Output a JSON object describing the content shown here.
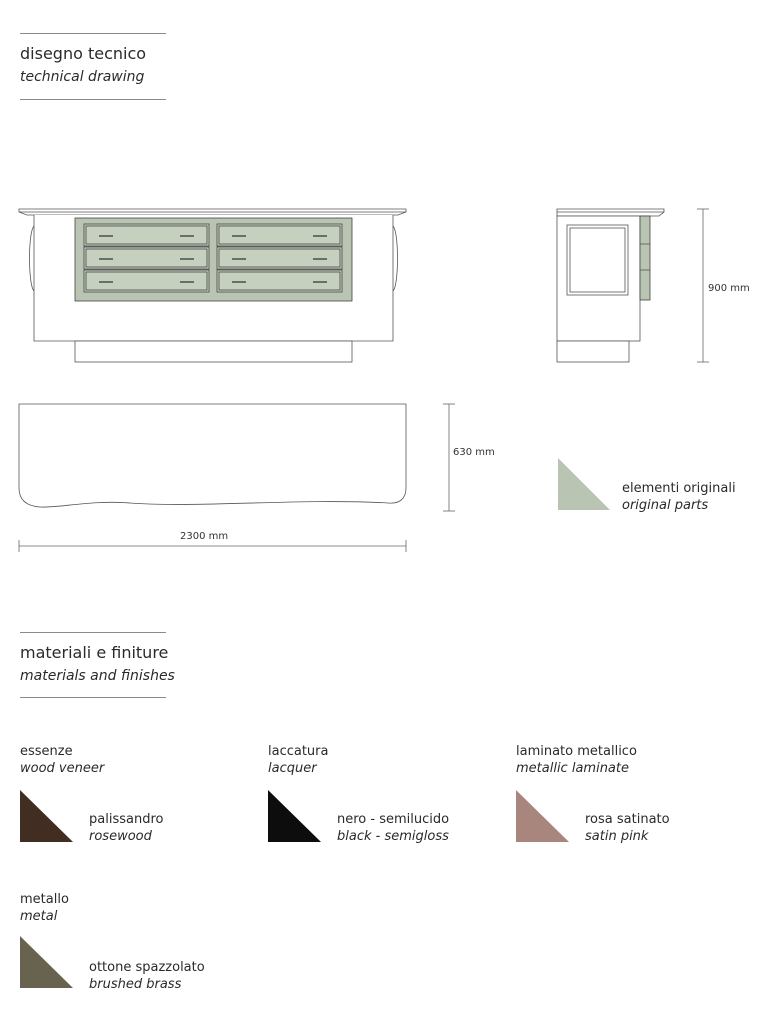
{
  "technical_drawing": {
    "title_it": "disegno tecnico",
    "title_en": "technical drawing",
    "dimensions": {
      "height": "900 mm",
      "depth": "630 mm",
      "width": "2300 mm"
    },
    "legend": {
      "label_it": "elementi originali",
      "label_en": "original parts",
      "color": "#b9c5b2"
    }
  },
  "materials": {
    "title_it": "materiali e finiture",
    "title_en": "materials and finishes",
    "groups": [
      {
        "category_it": "essenze",
        "category_en": "wood veneer",
        "finish_it": "palissandro",
        "finish_en": "rosewood",
        "color": "#412d22"
      },
      {
        "category_it": "laccatura",
        "category_en": "lacquer",
        "finish_it": "nero - semilucido",
        "finish_en": "black - semigloss",
        "color": "#0d0d0d"
      },
      {
        "category_it": "laminato metallico",
        "category_en": "metallic laminate",
        "finish_it": "rosa satinato",
        "finish_en": "satin pink",
        "color": "#a8857d"
      },
      {
        "category_it": "metallo",
        "category_en": "metal",
        "finish_it": "ottone spazzolato",
        "finish_en": "brushed brass",
        "color": "#67634f"
      }
    ]
  }
}
